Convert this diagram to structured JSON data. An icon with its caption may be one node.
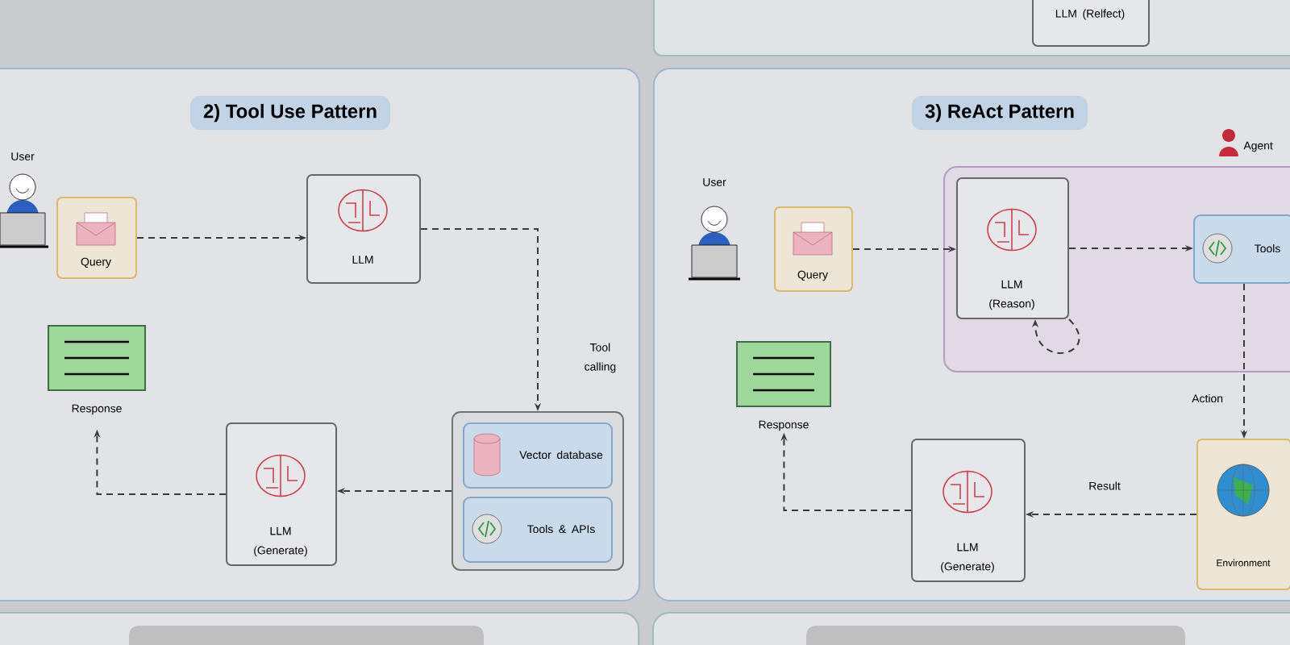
{
  "diagram": {
    "nodes": [
      {
        "text": [
          "2) Tool Use Pattern"
        ]
      },
      {
        "text": [
          "User"
        ],
        "in": 0
      },
      {
        "text": [
          "Query"
        ],
        "in": 0
      },
      {
        "text": [
          "LLM"
        ],
        "in": 0
      },
      {
        "text": [],
        "shape": "box",
        "in": 0
      },
      {
        "text": [
          "Vector database"
        ],
        "in": 4
      },
      {
        "text": [
          "Tools & APIs"
        ],
        "in": 4
      },
      {
        "text": [
          "LLM (Generate)"
        ],
        "in": 0
      },
      {
        "text": [
          "Response"
        ],
        "in": 0
      },
      {
        "text": [
          "3) ReAct Pattern"
        ]
      },
      {
        "text": [
          "User"
        ],
        "in": 9
      },
      {
        "text": [
          "Query"
        ],
        "in": 9
      },
      {
        "text": [
          "Agent"
        ],
        "in": 9
      },
      {
        "text": [
          "LLM (Reason)"
        ],
        "in": 12
      },
      {
        "text": [
          "Tools"
        ],
        "in": 12
      },
      {
        "text": [
          "Environment"
        ],
        "in": 9
      },
      {
        "text": [
          "LLM (Generate)"
        ],
        "in": 9
      },
      {
        "text": [
          "Response"
        ],
        "in": 9
      },
      {
        "text": [],
        "shape": "box"
      },
      {
        "text": [
          "LLM (Relfect)"
        ],
        "in": 18
      }
    ],
    "edges": [
      {
        "from": 2,
        "to": 3,
        "arrow": "to"
      },
      {
        "from": 3,
        "to": 4,
        "arrow": "to",
        "label": "Tool calling"
      },
      {
        "from": 4,
        "to": 7,
        "arrow": "to"
      },
      {
        "from": 7,
        "to": 8,
        "arrow": "to"
      },
      {
        "from": 11,
        "to": 13,
        "arrow": "to"
      },
      {
        "from": 13,
        "to": 14,
        "arrow": "to"
      },
      {
        "from": 13,
        "to": 13,
        "arrow": "to"
      },
      {
        "from": 14,
        "to": 15,
        "arrow": "to",
        "label": "Action"
      },
      {
        "from": 15,
        "to": 16,
        "arrow": "to",
        "label": "Result"
      },
      {
        "from": 16,
        "to": 17,
        "arrow": "to"
      }
    ]
  }
}
